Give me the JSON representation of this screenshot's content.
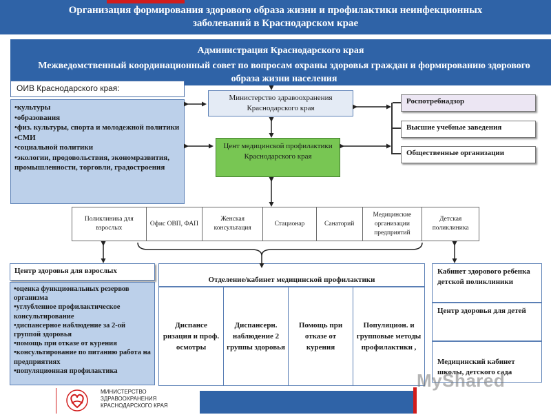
{
  "header": {
    "line1": "Организация формирования здорового образа жизни и профилактики неинфекционных",
    "line2": "заболеваний в Краснодарском крае"
  },
  "admin": {
    "title": "Администрация Краснодарского края",
    "subtitle": "Межведомственный координационный совет по вопросам охраны здоровья граждан и формированию здорового образа жизни населения"
  },
  "oiv": {
    "title": "ОИВ Краснодарского края:",
    "items": [
      "•культуры",
      "•образования",
      "•физ. культуры, спорта и молодежной политики",
      "•СМИ",
      "•социальной политики",
      "•экологии, продовольствия, экономразвития, промышленности, торговли, градостроения"
    ]
  },
  "ministry": {
    "label": "Министерство здравоохранения Краснодарского края"
  },
  "center": {
    "label": "Цент медицинской профилактики Краснодарского края"
  },
  "right_boxes": [
    "Роспотребнадзор",
    "Высшие учебные заведения",
    "Общественные организации"
  ],
  "institutions": [
    "Поликлиника для взрослых",
    "Офис ОВП, ФАП",
    "Женская консультация",
    "Стационар",
    "Санаторий",
    "Медицинские организации предприятий",
    "Детская поликлиника"
  ],
  "health_center": {
    "title": "Центр здоровья для взрослых",
    "items": [
      "•оценка функциональных резервов организма",
      "•углубленное профилактическое консультирование",
      "•диспансерное наблюдение за 2-ой группой здоровья",
      "•помощь при отказе от курения",
      "•консультирование по питанию работа на предприятиях",
      "•популяционная профилактика"
    ]
  },
  "department": {
    "title": "Отделение/кабинет медицинской профилактики",
    "cells": [
      "Диспансе ризация и проф. осмотры",
      "Диспансерн. наблюдение 2 группы здоровья",
      "Помощь при отказе от курения",
      "Популяцион. и групповые методы профилактики ,"
    ]
  },
  "child_boxes": [
    "Кабинет здорового ребенка детской поликлиники",
    "Центр здоровья для детей",
    "Медицинский кабинет школы, детского сада"
  ],
  "footer": {
    "line1": "МИНИСТЕРСТВО",
    "line2": "ЗДРАВООХРАНЕНИЯ",
    "line3": "КРАСНОДАРСКОГО КРАЯ"
  },
  "watermark": "MyShared",
  "colors": {
    "header_blue": "#2f63a7",
    "light_blue": "#bcd0ea",
    "green": "#78c653",
    "red": "#d11c1c"
  }
}
